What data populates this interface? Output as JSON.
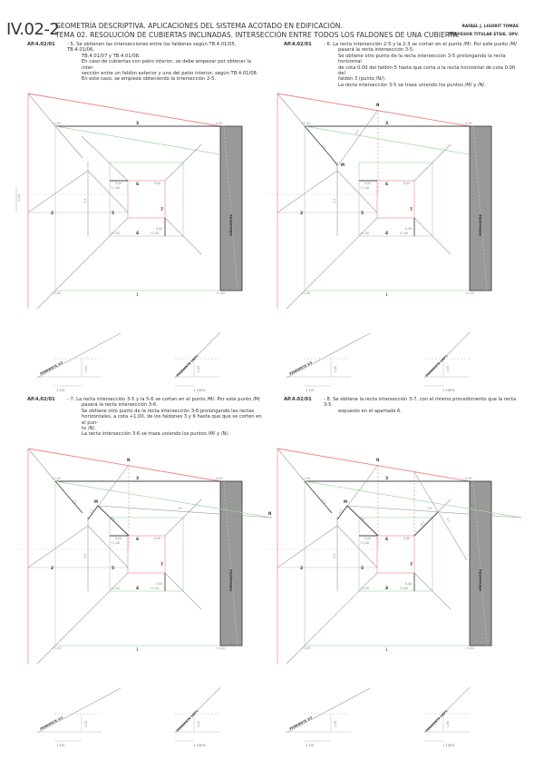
{
  "header": {
    "code": "IV.02-2",
    "title_line1": "GEOMETRÍA DESCRIPTIVA. APLICACIONES DEL SISTEMA ACOTADO EN EDIFICACIÓN.",
    "title_line2": "TEMA 02. RESOLUCIÓN DE CUBIERTAS INCLINADAS. INTERSECCIÓN ENTRE TODOS LOS FALDONES DE UNA CUBIERTA.",
    "author": "RAFAEL J. LIGORIT TOMÁS",
    "author_role": "PROFESOR TITULAR ETSIE. UPV."
  },
  "steps": [
    {
      "ref": "AP.4.02/01",
      "lines": [
        "- 5. Se obtienen las intersecciones entre los faldones según TB.4.01/05, TB.4.01/06,",
        "TB.4.01/07 y TB.4.01/08.",
        "En caso de cubiertas con patio interior, se debe empezar por obtener la inter-",
        "sección entre un faldón exterior y uno del patio interior, según TB.4.01/08.",
        "En este caso, se empieza obteniendo la intersección 2-5."
      ]
    },
    {
      "ref": "AP.4.02/01",
      "lines": [
        "- 6. La recta intersección 2-5 y la 2-3 se cortan en el punto /M/. Por este punto /M/",
        "pasará la recta intersección 3-5.",
        "Se obtiene otro punto de la recta intersección 3-5 prolongando la recta horizontal",
        "de cota 0.00 del faldón 5 hasta que corta a la recta horizontal de cota 0.00 del",
        "faldón 3 (punto /N/).",
        "La recta intersección 3-5 se traza uniendo los puntos /M/ y /N/."
      ]
    },
    {
      "ref": "AP.4.02/01",
      "lines": [
        "- 7. La recta intersección 3-5 y la 5-6 se cortan en el punto /M/. Por este punto /M/",
        "pasará la recta intersección 3-6.",
        "Se obtiene otro punto de la recta intersección 3-6 prolongando las rectas",
        "horizontales, a cota +1,00, de los faldones 3 y 6 hasta que que se corten en el pun-",
        "to /N/.",
        "La recta intersección 3-6 se traza uniendo los puntos /M/ y /N/."
      ]
    },
    {
      "ref": "AP.4.02/01",
      "lines": [
        "- 8. Se obtiene la recta intersección 3-7, con el mismo procedimiento que la recta 3-5",
        "expuesto en el apartado 6."
      ]
    }
  ],
  "drawing": {
    "wall_label": "MEDIANERA",
    "faldones": {
      "f1": "1",
      "f2": "2",
      "f3": "3",
      "f4": "4",
      "f5": "5",
      "f6": "6",
      "f7": "7"
    },
    "levels": {
      "high": "+1,00",
      "zero": "0,00"
    },
    "dimension": "1,00",
    "intersections": {
      "i25": "2-5",
      "i23": "2-3",
      "i35": "3-5",
      "i56": "5-6",
      "i36": "3-6",
      "i67": "6-7",
      "i37": "3-7"
    },
    "points": {
      "m": "M",
      "n": "N"
    },
    "slope_a_label": "PENDIENTE 2/3",
    "slope_a_dim": "1   2/3",
    "slope_b_label": "PENDIENTE 100%",
    "slope_b_dim": "1   100%"
  },
  "colors": {
    "red": "#f08080",
    "green": "#9fd69f",
    "gray": "#999999",
    "dark": "#444444",
    "wall": "#999999"
  }
}
